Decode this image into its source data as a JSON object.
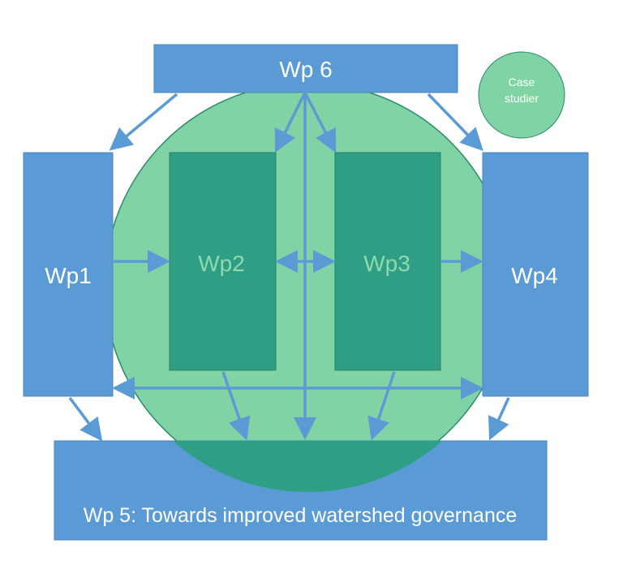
{
  "wp6": {
    "label": "Wp 6"
  },
  "wp1": {
    "label": "Wp1"
  },
  "wp2": {
    "label": "Wp2"
  },
  "wp3": {
    "label": "Wp3"
  },
  "wp4": {
    "label": "Wp4"
  },
  "wp5": {
    "label": "Wp 5: Towards improved watershed governance"
  },
  "case_studies": {
    "line1": "Case",
    "line2": "studier"
  },
  "colors": {
    "box_blue": "#5b9bd5",
    "circle_green": "#7fd3a4",
    "inner_green": "#2e9e85",
    "arrow": "#5b9bd5"
  }
}
